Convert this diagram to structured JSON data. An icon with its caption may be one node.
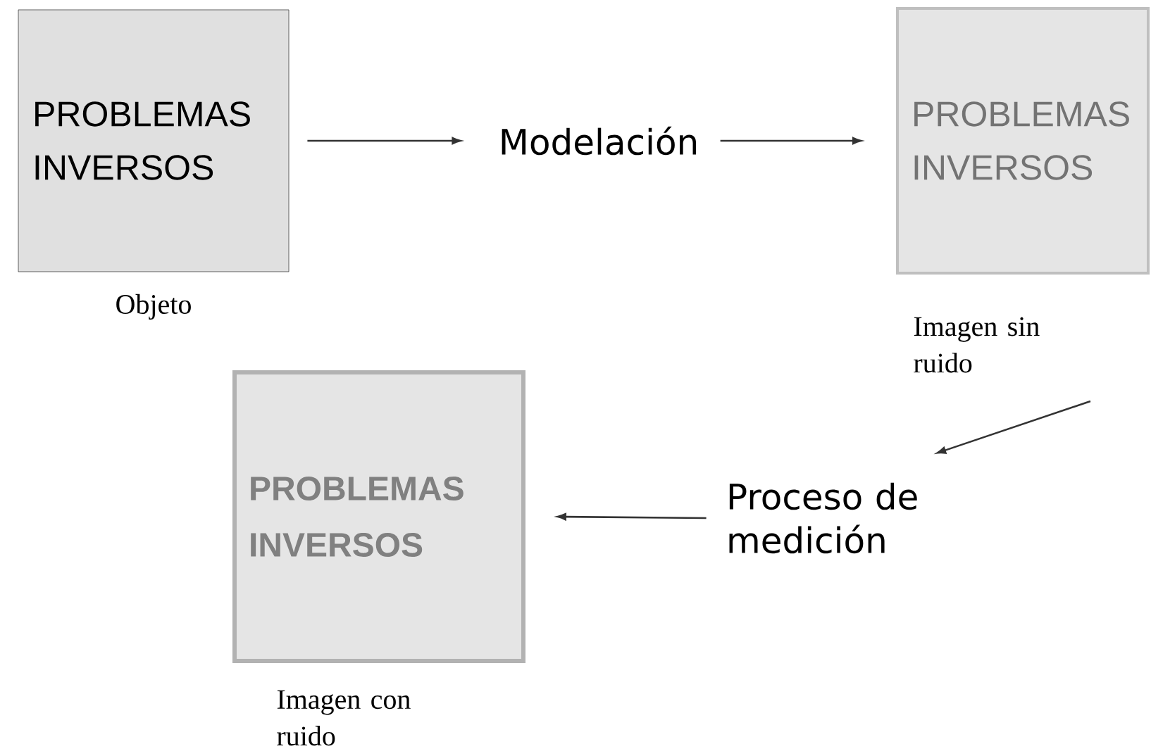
{
  "diagram": {
    "nodes": [
      {
        "text": [
          "PROBLEMAS INVERSOS"
        ],
        "beside": [
          "Objeto"
        ]
      },
      {
        "text": [
          "Modelación"
        ]
      },
      {
        "text": [
          "PROBLEMAS INVERSOS"
        ],
        "beside": [
          "Imagen sin ruido"
        ]
      },
      {
        "text": [
          "Proceso de medición"
        ]
      },
      {
        "text": [
          "PROBLEMAS INVERSOS"
        ],
        "beside": [
          "Imagen con ruido"
        ]
      }
    ],
    "edges": [
      {
        "from": 0,
        "to": 1,
        "arrow": "to"
      },
      {
        "from": 1,
        "to": 2,
        "arrow": "to"
      },
      {
        "from": 2,
        "to": 3,
        "arrow": "to"
      },
      {
        "from": 3,
        "to": 4,
        "arrow": "to"
      }
    ]
  }
}
